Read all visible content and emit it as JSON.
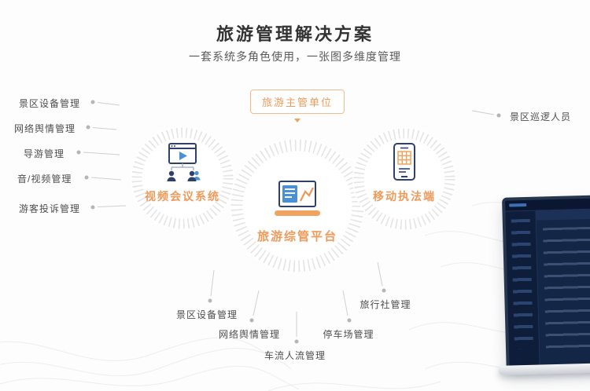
{
  "header": {
    "title": "旅游管理解决方案",
    "subtitle": "一套系统多角色使用，一张图多维度管理"
  },
  "authority": {
    "label": "旅游主管单位"
  },
  "nodes": {
    "video_conference": {
      "label": "视频会议系统"
    },
    "platform": {
      "label": "旅游综管平台"
    },
    "mobile_enforcement": {
      "label": "移动执法端"
    }
  },
  "left_labels": [
    "景区设备管理",
    "网络舆情管理",
    "导游管理",
    "音/视频管理",
    "游客投诉管理"
  ],
  "right_labels": [
    "景区巡逻人员"
  ],
  "bottom_labels": [
    "景区设备管理",
    "网络舆情管理",
    "车流人流管理",
    "停车场管理",
    "旅行社管理"
  ],
  "icons": {
    "video_conference": "video-meeting-icon",
    "platform": "laptop-chart-icon",
    "mobile_enforcement": "handheld-device-icon",
    "authority_pointer": "down-arrow-icon"
  },
  "colors": {
    "accent_orange": "#F09A5A",
    "icon_navy": "#2E4168",
    "icon_blue": "#4A90D2",
    "line_gray": "#CFCFCF",
    "dot_gray": "#B5B5B5",
    "circle_tick": "#E4E4E4",
    "text_dark": "#333333",
    "text_medium": "#4D4D4D",
    "laptop_screen": "#142646"
  }
}
